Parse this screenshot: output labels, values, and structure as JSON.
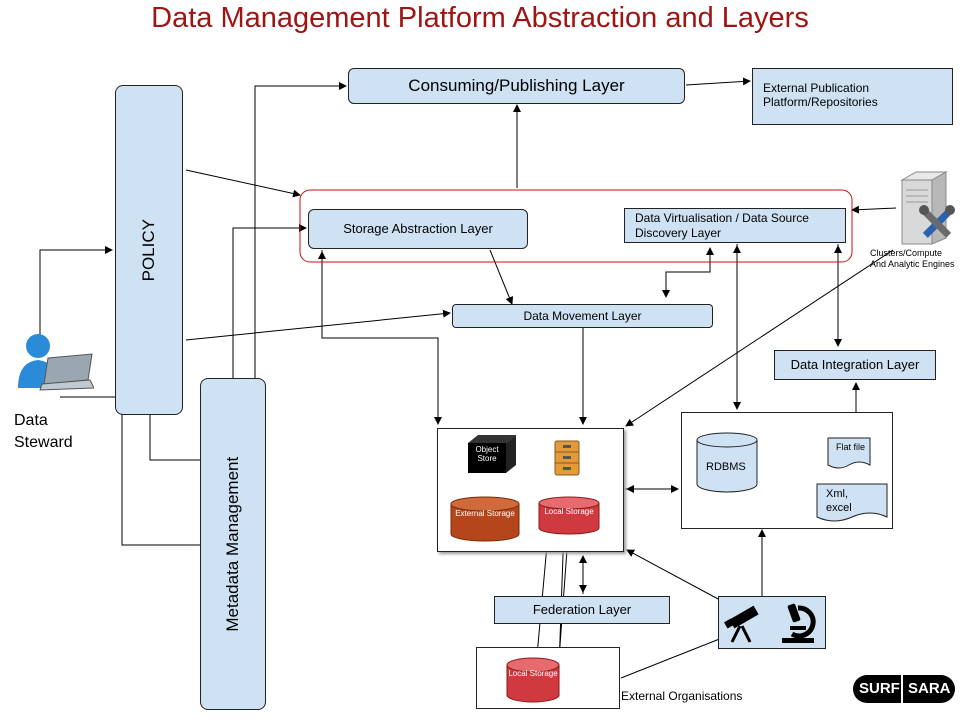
{
  "title": "Data Management Platform Abstraction and Layers",
  "boxes": {
    "consuming": "Consuming/Publishing Layer",
    "external_publication": "External Publication Platform/Repositories",
    "policy": "POLICY",
    "storage_abstraction": "Storage Abstraction Layer",
    "data_virtualisation": "Data Virtualisation / Data Source Discovery Layer",
    "data_movement": "Data Movement Layer",
    "metadata": "Metadata Management",
    "data_integration": "Data Integration Layer",
    "federation": "Federation Layer"
  },
  "labels": {
    "data_steward": "Data Steward",
    "clusters": "Clusters/Compute And Analytic Engines",
    "external_orgs": "External Organisations",
    "object_store": "Object Store",
    "external_storage": "External Storage",
    "local_storage": "Local Storage",
    "local_storage_bottom": "Local Storage",
    "rdbms": "RDBMS",
    "flat_file": "Flat file",
    "xml_excel": "Xml, excel"
  },
  "logo": {
    "left": "SURF",
    "right": "SARA"
  },
  "colors": {
    "title": "#a01414",
    "box_fill": "#cfe2f3",
    "group_border": "#cc1111",
    "cylinder_red": "#d03a3f",
    "cylinder_brown": "#b5461b"
  },
  "icons": [
    "user-laptop-icon",
    "server-tools-icon",
    "telescope-icon",
    "microscope-icon",
    "object-store-cube-icon",
    "file-cabinet-icon"
  ]
}
